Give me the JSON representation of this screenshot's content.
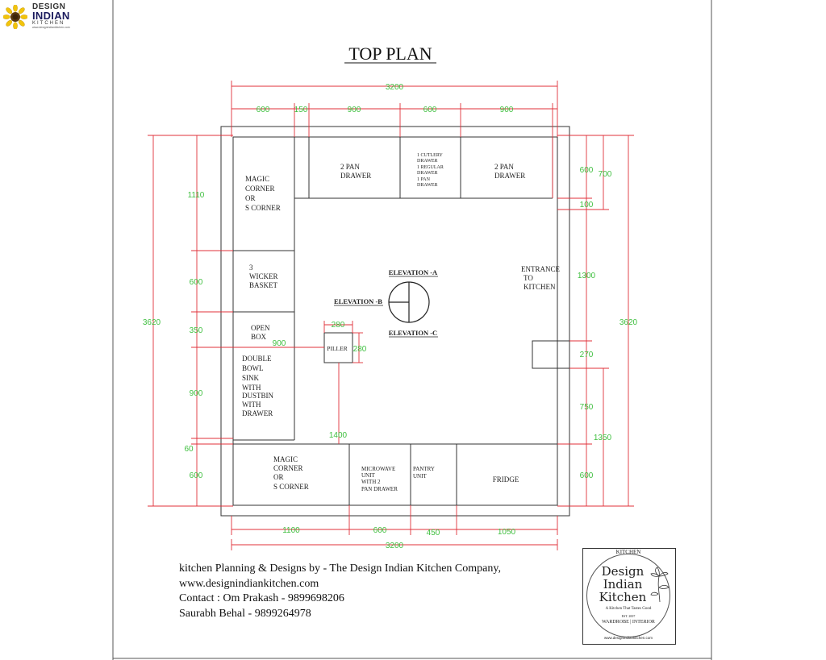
{
  "title": "TOP PLAN",
  "logo": {
    "line1": "DESIGN",
    "line2": "INDIAN",
    "line3": "KITCHEN",
    "url": "www.designindiankitchen.com"
  },
  "dimensions": {
    "top_total": "3200",
    "top_seg_1": "600",
    "top_seg_2": "150",
    "top_seg_3": "900",
    "top_seg_4": "600",
    "top_seg_5": "900",
    "left_total": "3620",
    "left_1": "1110",
    "left_2": "600",
    "left_3": "350",
    "left_4": "900",
    "left_5": "60",
    "left_6": "600",
    "right_total": "3620",
    "right_600": "600",
    "right_700": "700",
    "right_100": "100",
    "right_1300": "1300",
    "right_270": "270",
    "right_750": "750",
    "right_1350": "1350",
    "right_600b": "600",
    "bottom_1": "1100",
    "bottom_2": "600",
    "bottom_3": "450",
    "bottom_4": "1050",
    "bottom_total": "3200",
    "piller_w": "280",
    "piller_h": "280",
    "piller_offset": "900",
    "piller_to_bottom": "1400"
  },
  "units": {
    "magic_corner_top": [
      "MAGIC",
      "CORNER",
      "OR",
      "S CORNER"
    ],
    "pan_drawer_1": [
      "2   PAN",
      "DRAWER"
    ],
    "cutlery": [
      "1 CUTLERY",
      "DRAWER",
      "1 REGULAR",
      "DRAWER",
      "1 PAN",
      "DRAWER"
    ],
    "pan_drawer_2": [
      "2   PAN",
      "DRAWER"
    ],
    "wicker": [
      "3",
      "WICKER",
      "BASKET"
    ],
    "open_box": [
      "OPEN",
      "BOX"
    ],
    "sink": [
      "DOUBLE",
      "BOWL",
      "SINK",
      "WITH",
      "DUSTBIN",
      "WITH",
      "DRAWER"
    ],
    "magic_corner_bottom": [
      "MAGIC",
      "CORNER",
      "OR",
      "S CORNER"
    ],
    "microwave": [
      "MICROWAVE",
      "UNIT",
      "WITH 2",
      "PAN DRAWER"
    ],
    "pantry": [
      "PANTRY",
      "UNIT"
    ],
    "fridge": "FRIDGE",
    "piller": "PILLER",
    "entrance": [
      "ENTRANCE",
      "TO",
      "KITCHEN"
    ]
  },
  "elevations": {
    "a": "ELEVATION -A",
    "b": "ELEVATION -B",
    "c": "ELEVATION -C"
  },
  "footer": {
    "line1": "kitchen Planning & Designs by - The Design Indian Kitchen Company,",
    "line2": "www.designindiankitchen.com",
    "line3": "Contact : Om Prakash - 9899698206",
    "line4": "Saurabh Behal - 9899264978"
  },
  "stamp": {
    "top": "KITCHEN",
    "brand_1": "Design",
    "brand_2": "Indian",
    "brand_3": "Kitchen",
    "tagline": "A Kitchen That Tastes Good",
    "est": "EST. 2007",
    "bottom": "WARDROBE | INTERIOR",
    "url": "www.designindiankitchen.com"
  },
  "colors": {
    "dimension_line": "#e0303a",
    "dimension_text": "#3fbf3f",
    "wall": "#333333"
  }
}
